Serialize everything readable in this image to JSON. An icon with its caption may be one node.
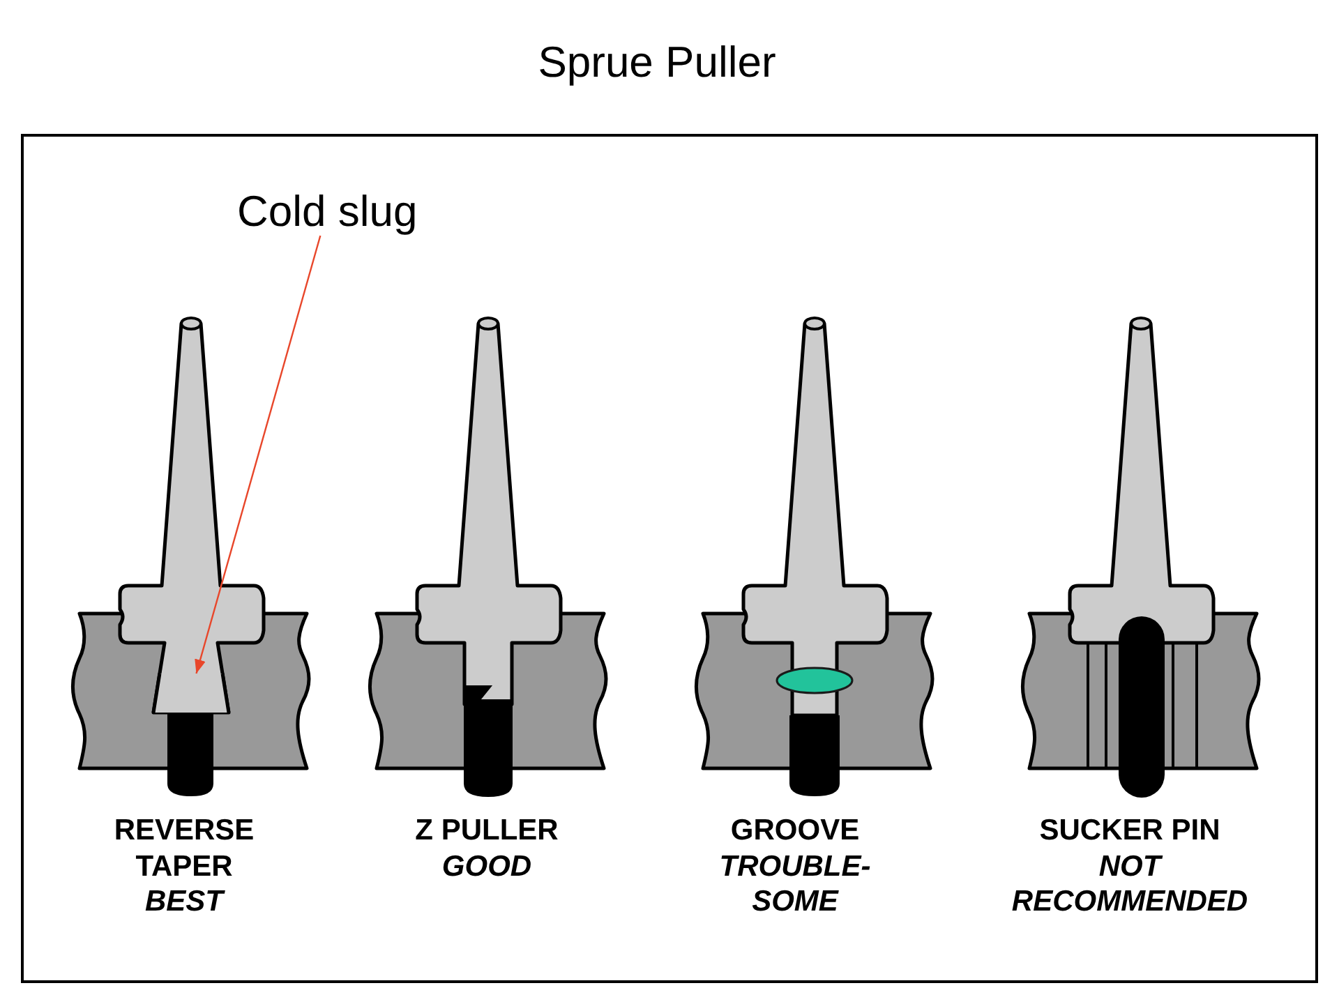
{
  "diagram": {
    "title": "Sprue Puller",
    "nodes": [
      {
        "text": [
          "Cold slug"
        ]
      },
      {
        "text": [],
        "shape": "trapezoid"
      }
    ],
    "edges": [
      {
        "from": 0,
        "to": 1,
        "arrow": "to",
        "color": "#e8462a"
      }
    ],
    "labels": [
      "REVERSE TAPER",
      "BEST",
      "Z PULLER",
      "GOOD",
      "GROOVE",
      "TROUBLE- SOME",
      "SUCKER PIN",
      "NOT RECOMMENDED"
    ]
  }
}
